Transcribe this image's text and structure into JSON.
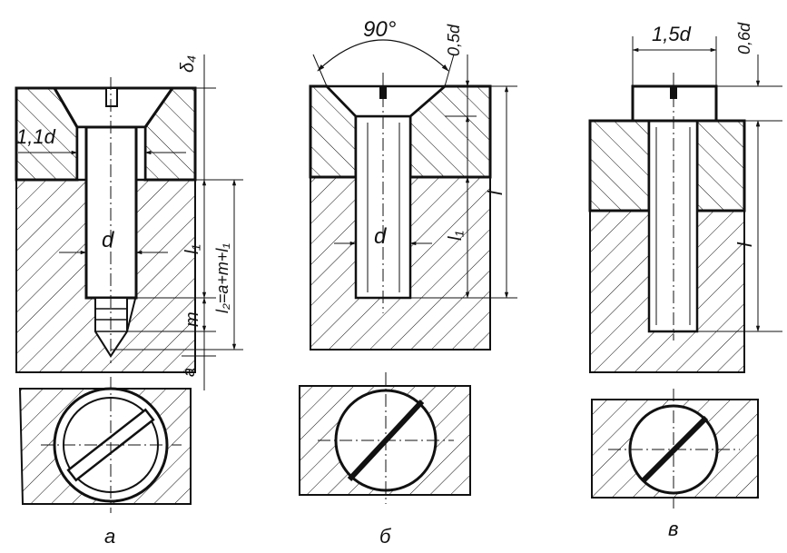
{
  "figures": {
    "a": {
      "caption": "а",
      "dims": {
        "delta": "δ₄",
        "clearance": "1,1d",
        "d": "d",
        "l1": "l₁",
        "l2": "l₂=a+m+l₁",
        "m": "m",
        "a": "a"
      }
    },
    "b": {
      "caption": "б",
      "dims": {
        "angle": "90°",
        "head_h": "0,5d",
        "d": "d",
        "l1": "l₁",
        "l": "l"
      }
    },
    "c": {
      "caption": "в",
      "dims": {
        "head_w": "1,5d",
        "head_h": "0,6d",
        "l": "l"
      }
    }
  },
  "colors": {
    "ink": "#111111",
    "paper": "#ffffff"
  }
}
